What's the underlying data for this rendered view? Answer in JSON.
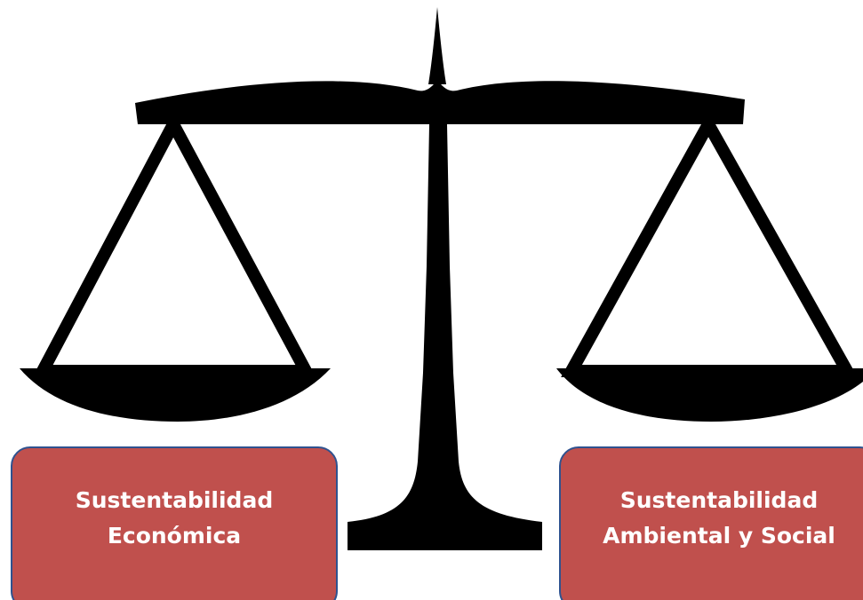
{
  "diagram": {
    "left_label": {
      "line1": "Sustentabilidad",
      "line2": "Económica"
    },
    "right_label": {
      "line1": "Sustentabilidad",
      "line2": "Ambiental y Social"
    }
  },
  "colors": {
    "box_fill": "#c0504d",
    "box_border": "#2f528f",
    "label_text": "#ffffff",
    "scale": "#000000",
    "background": "#ffffff"
  },
  "icons": [
    "balance-scale-icon"
  ]
}
